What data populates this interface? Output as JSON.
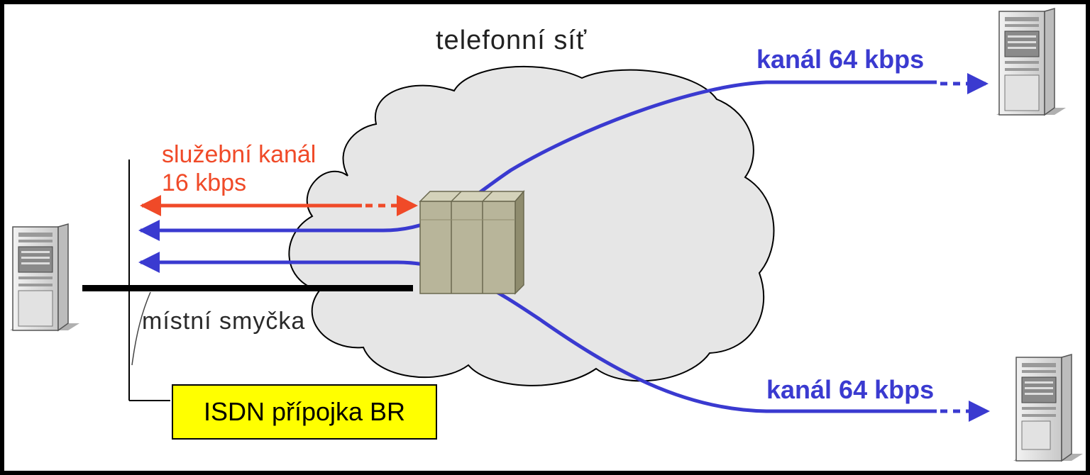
{
  "labels": {
    "cloud_title": "telefonní síť",
    "channel_top": "kanál 64 kbps",
    "channel_bottom": "kanál 64 kbps",
    "service_channel_line1": "služební kanál",
    "service_channel_line2": "16 kbps",
    "local_loop": "místní smyčka",
    "isdn_box": "ISDN přípojka BR"
  },
  "colors": {
    "background": "#ffffff",
    "border": "#000000",
    "cloud_fill": "#e6e6e6",
    "cloud_stroke": "#000000",
    "b_channel": "#3a3ad0",
    "d_channel": "#f04a28",
    "isdn_box_fill": "#ffff00",
    "switch_fill": "#b8b59a"
  },
  "icons": {
    "left_terminal": "computer-tower-icon",
    "right_top_terminal": "computer-tower-icon",
    "right_bottom_terminal": "computer-tower-icon",
    "exchange": "telephone-exchange-icon"
  }
}
